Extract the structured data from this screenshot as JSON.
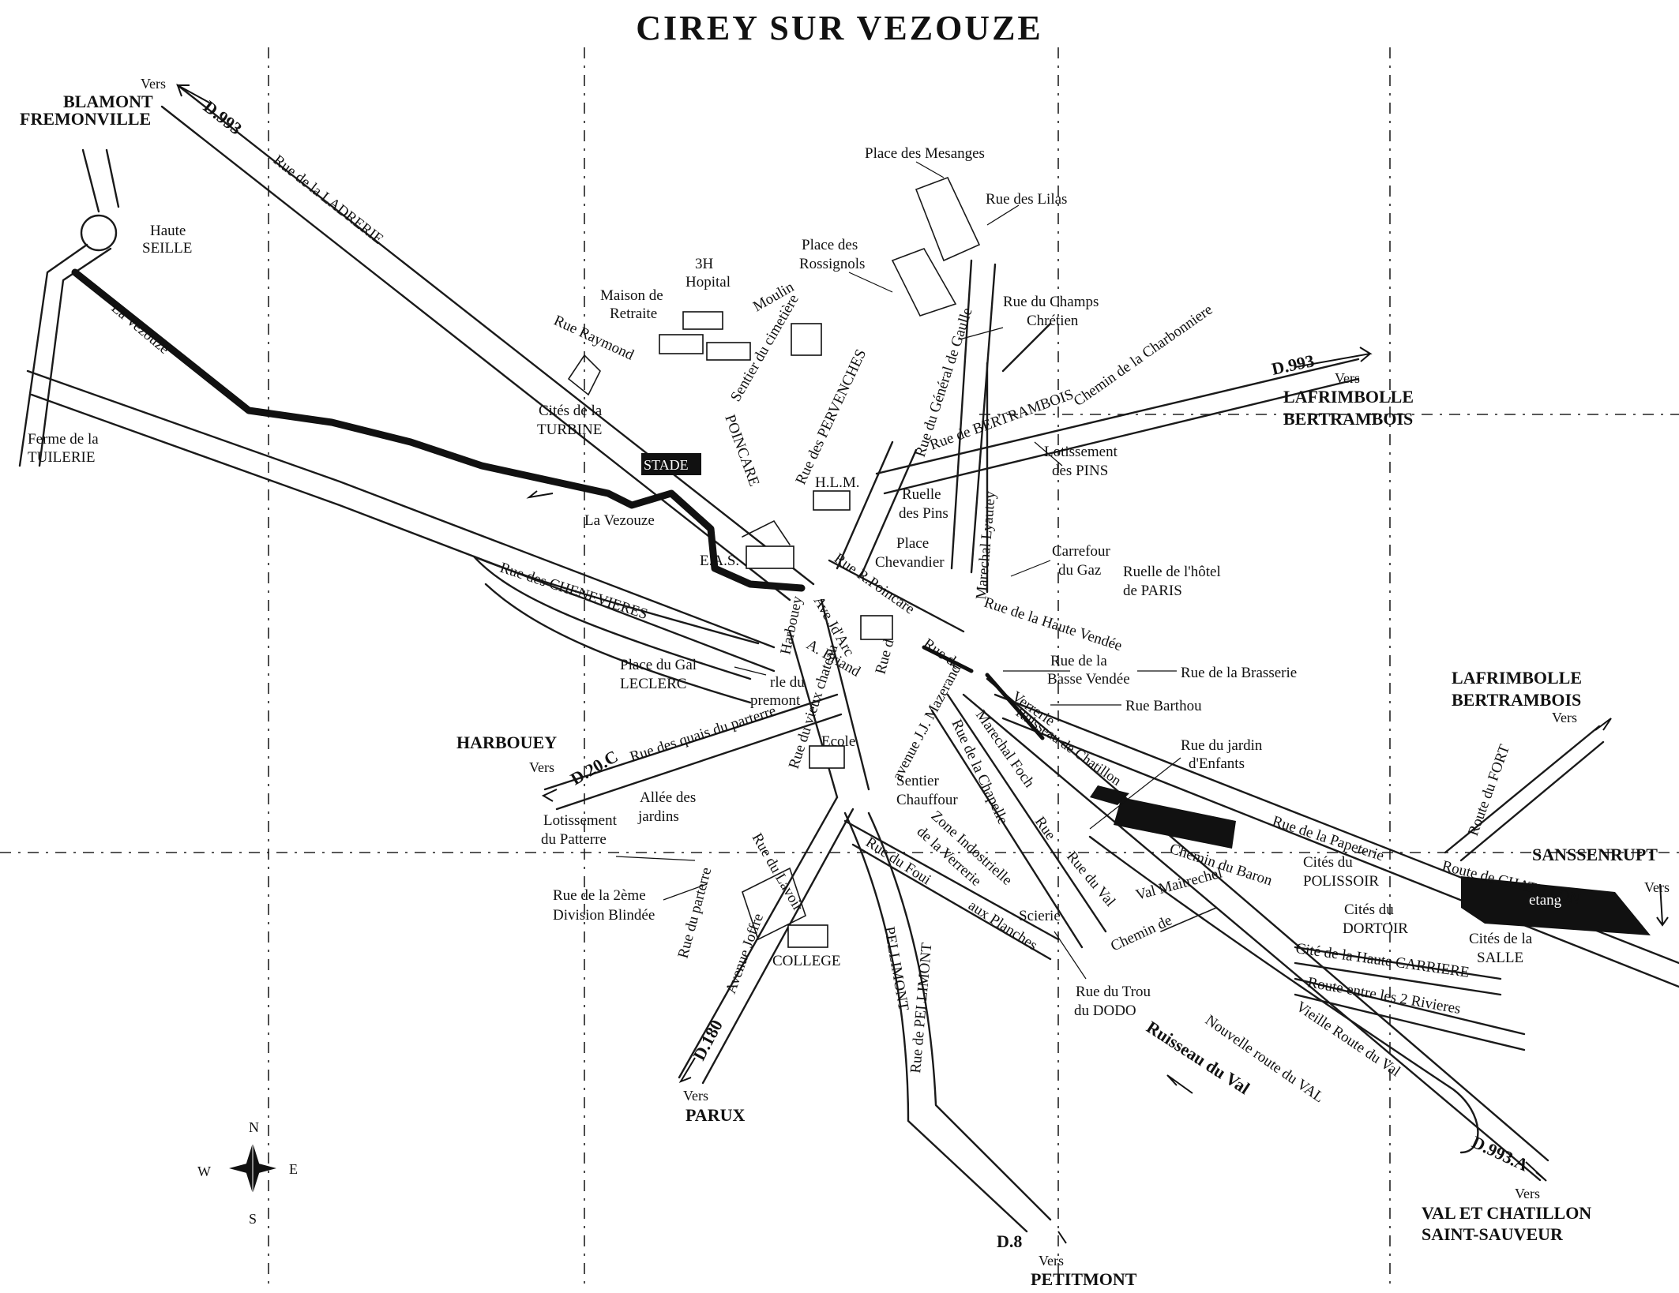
{
  "title": "CIREY SUR VEZOUZE",
  "vers": "Vers",
  "compass": {
    "n": "N",
    "s": "S",
    "e": "E",
    "w": "W"
  },
  "directions": {
    "nw_line1": "BLAMONT",
    "nw_line2": "FREMONVILLE",
    "ne_line1": "LAFRIMBOLLE",
    "ne_line2": "BERTRAMBOIS",
    "e_line1": "LAFRIMBOLLE",
    "e_line2": "BERTRAMBOIS",
    "far_east": "SANSSENRUPT",
    "west": "HARBOUEY",
    "south": "PARUX",
    "se_line1": "VAL ET CHATILLON",
    "se_line2": "SAINT-SAUVEUR",
    "bottom": "PETITMONT"
  },
  "road_codes": {
    "d993_nw": "D.993",
    "d993_ne": "D.993",
    "d993a": "D.993.A",
    "d20c": "D.20.C",
    "d180": "D.180",
    "d8": "D.8"
  },
  "labels": {
    "place_mesanges": "Place des Mesanges",
    "rue_lilas": "Rue des Lilas",
    "place_rossignols_1": "Place des",
    "place_rossignols_2": "Rossignols",
    "rue_champs_1": "Rue du Champs",
    "rue_champs_2": "Chrétien",
    "hopital_1": "3H",
    "hopital_2": "Hopital",
    "maison_1": "Maison de",
    "maison_2": "Retraite",
    "haute_seille_1": "Haute",
    "haute_seille_2": "SEILLE",
    "ferme_1": "Ferme de la",
    "ferme_2": "TUILERIE",
    "cites_turbine_1": "Cités de la",
    "cites_turbine_2": "TURBINE",
    "stade": "STADE",
    "la_vezouze_river": "La Vezouze",
    "la_vezouze": "La Vezouze",
    "rue_ladrerie": "Rue de la LADRERIE",
    "rue_raymond": "Rue Raymond",
    "poincare": "POINCARE",
    "rue_chenevieres": "Rue des CHENEVIERES",
    "place_leclerc_1": "Place du Gal",
    "place_leclerc_2": "LECLERC",
    "eas": "E.A.S.",
    "hlm": "H.L.M.",
    "ruelle_pins_1": "Ruelle",
    "ruelle_pins_2": "des Pins",
    "place_chevandier_1": "Place",
    "place_chevandier_2": "Chevandier",
    "carrefour_1": "Carrefour",
    "carrefour_2": "du Gaz",
    "ruelle_hotel_1": "Ruelle de l'hôtel",
    "ruelle_hotel_2": "de PARIS",
    "lotissement_pins_1": "Lotissement",
    "lotissement_pins_2": "des PINS",
    "rue_la_1": "Rue de la",
    "rue_la_2": "Basse Vendée",
    "rue_brasserie": "Rue de la Brasserie",
    "rue_barthou": "Rue Barthou",
    "rue_jardin_1": "Rue du jardin",
    "rue_jardin_2": "d'Enfants",
    "allee_1": "Allée des",
    "allee_2": "jardins",
    "lot_patterre_1": "Lotissement",
    "lot_patterre_2": "du Patterre",
    "rue_2eme_1": "Rue de la 2ème",
    "rue_2eme_2": "Division Blindée",
    "college": "COLLEGE",
    "sentier_chauffour_1": "Sentier",
    "sentier_chauffour_2": "Chauffour",
    "zone_1": "Zone Indostrielle",
    "zone_2": "de la Verrerie",
    "scierie": "Scierie",
    "rue_trou_1": "Rue du Trou",
    "rue_trou_2": "du DODO",
    "cites_polissoir_1": "Cités du",
    "cites_polissoir_2": "POLISSOIR",
    "cites_dortoir_1": "Cités du",
    "cites_dortoir_2": "DORTOIR",
    "cites_salle_1": "Cités de la",
    "cites_salle_2": "SALLE",
    "etang": "etang",
    "cite_carriere": "Cité de la Haute CARRIERE",
    "route_entre": "Route entre les 2 Rivieres",
    "vieille_route": "Vieille Route du Val",
    "nouvelle_route": "Nouvelle route du VAL",
    "ruisseau_val": "Ruisseau du Val",
    "rue_papeterie": "Rue de la Papeterie",
    "chemin_baron": "Chemin du Baron",
    "route_chatillon": "Route de CHATILLON",
    "route_fort": "Route du FORT",
    "rue_pellimont": "Rue de PELLIMONT",
    "pellimont_short": "PELLIMONT",
    "rue_foui": "Rue du Foui",
    "aux_planches": "aux Planches",
    "avenue_joffre": "Avenue Joffre",
    "rue_lavoir": "Rue du Lavoir",
    "quais_parterre": "Rue des quais du parterre",
    "rue_du_parterre": "Rue du parterre",
    "rle_premont_1": "rle du",
    "rle_premont_2": "premont",
    "vieux_chateau": "Rue du vieux chateau",
    "ecole": "Ecole",
    "harbouey_street": "Harbouey",
    "ave_jd_arc": "Ave Jd'Arc",
    "a_briand": "A. Briand",
    "rue_r_poincare": "Rue R.Poincare",
    "rue_periwinches": "Rue des PERVENCHES",
    "rue_general": "Rue du Général de Gaulle",
    "marechal_lyautey": "Marechal Lyautey",
    "bertrambois_street": "Rue de BERTRAMBOIS",
    "chemin_charbonniere": "Chemin de la Charbonniere",
    "moulin": "Moulin",
    "sentier_cimetiere": "Sentier du cimetière",
    "rue_haute_vendee": "Rue de la Haute Vendée",
    "rue_de_short": "Rue de",
    "marechal_foch": "Marechal Foch",
    "verrerie": "Verrerie",
    "ruisseau_chatillon": "Ruisseau de Chatillon",
    "avenue_mazerand": "avenue J.J. Mazerand",
    "rue_chapelle": "Rue de la Chapelle",
    "chemin_de": "Chemin de",
    "val_maitrechel": "Val Maitrechel",
    "rue_du_val": "Rue du Val",
    "rue_d": "Rue d",
    "rue_vte": "Rue"
  },
  "colors": {
    "ink": "#111111",
    "paper": "#ffffff"
  }
}
